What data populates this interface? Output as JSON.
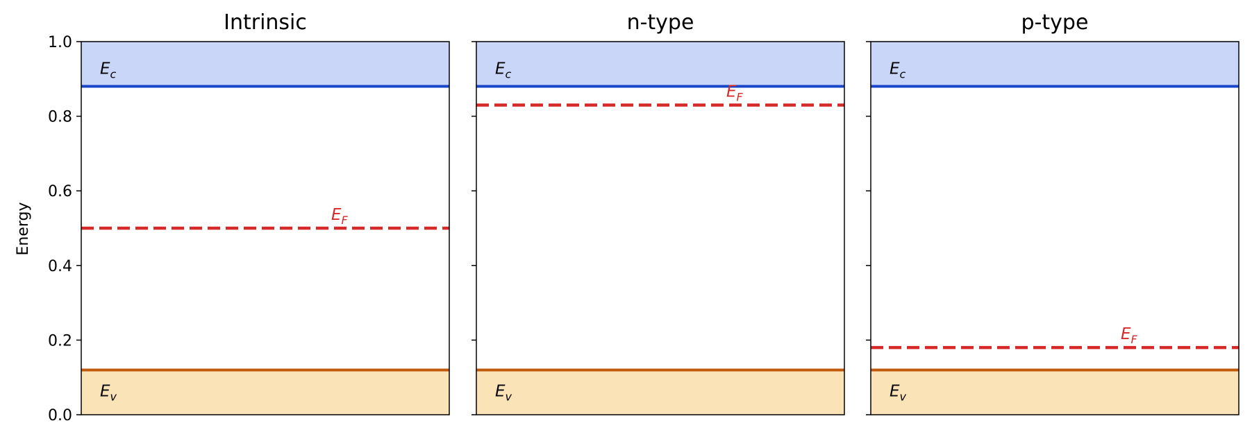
{
  "chart_data": {
    "type": "band-diagram",
    "ylabel": "Energy",
    "ylim": [
      0,
      1.0
    ],
    "yticks": [
      0.0,
      0.2,
      0.4,
      0.6,
      0.8,
      1.0
    ],
    "ytick_labels": [
      "0.0",
      "0.2",
      "0.4",
      "0.6",
      "0.8",
      "1.0"
    ],
    "grid": false,
    "Ec": 0.88,
    "Ev": 0.12,
    "colors": {
      "conduction_fill": "#c9d6f8",
      "conduction_line": "#1946c8",
      "valence_fill": "#fbe3b8",
      "valence_line": "#c05a0c",
      "fermi_line": "#d62a2a",
      "label_ink": "#000000"
    },
    "labels": {
      "Ec": {
        "main": "E",
        "sub": "c"
      },
      "Ev": {
        "main": "E",
        "sub": "v"
      },
      "EF": {
        "main": "E",
        "sub": "F"
      }
    },
    "panels": [
      {
        "title": "Intrinsic",
        "EF": 0.5
      },
      {
        "title": "n-type",
        "EF": 0.83
      },
      {
        "title": "p-type",
        "EF": 0.18
      }
    ]
  }
}
